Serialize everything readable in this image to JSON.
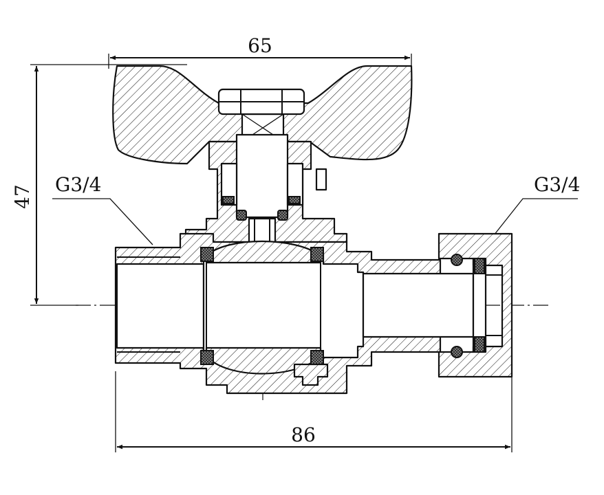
{
  "dimensions": {
    "top_width": "65",
    "height": "47",
    "bottom_length": "86"
  },
  "thread_labels": {
    "left": "G3/4",
    "right": "G3/4"
  }
}
